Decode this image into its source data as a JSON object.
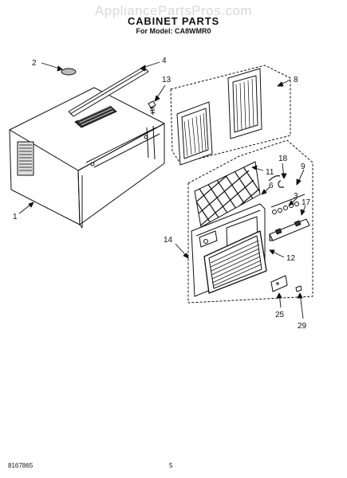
{
  "watermark": "AppliancePartsPros.com",
  "title": "CABINET PARTS",
  "subtitle": "For Model: CA8WMR0",
  "footer": {
    "doc_number": "8167865",
    "page": "5"
  },
  "callouts": [
    "1",
    "2",
    "3",
    "4",
    "6",
    "8",
    "9",
    "11",
    "12",
    "13",
    "14",
    "17",
    "18",
    "25",
    "29"
  ],
  "parts": [
    "cabinet",
    "top-rail",
    "mounting-screw",
    "side-curtains",
    "filter",
    "front-grille",
    "louver-door",
    "tubing",
    "hose-clamp",
    "control-knob-plate",
    "bracket",
    "clip"
  ]
}
